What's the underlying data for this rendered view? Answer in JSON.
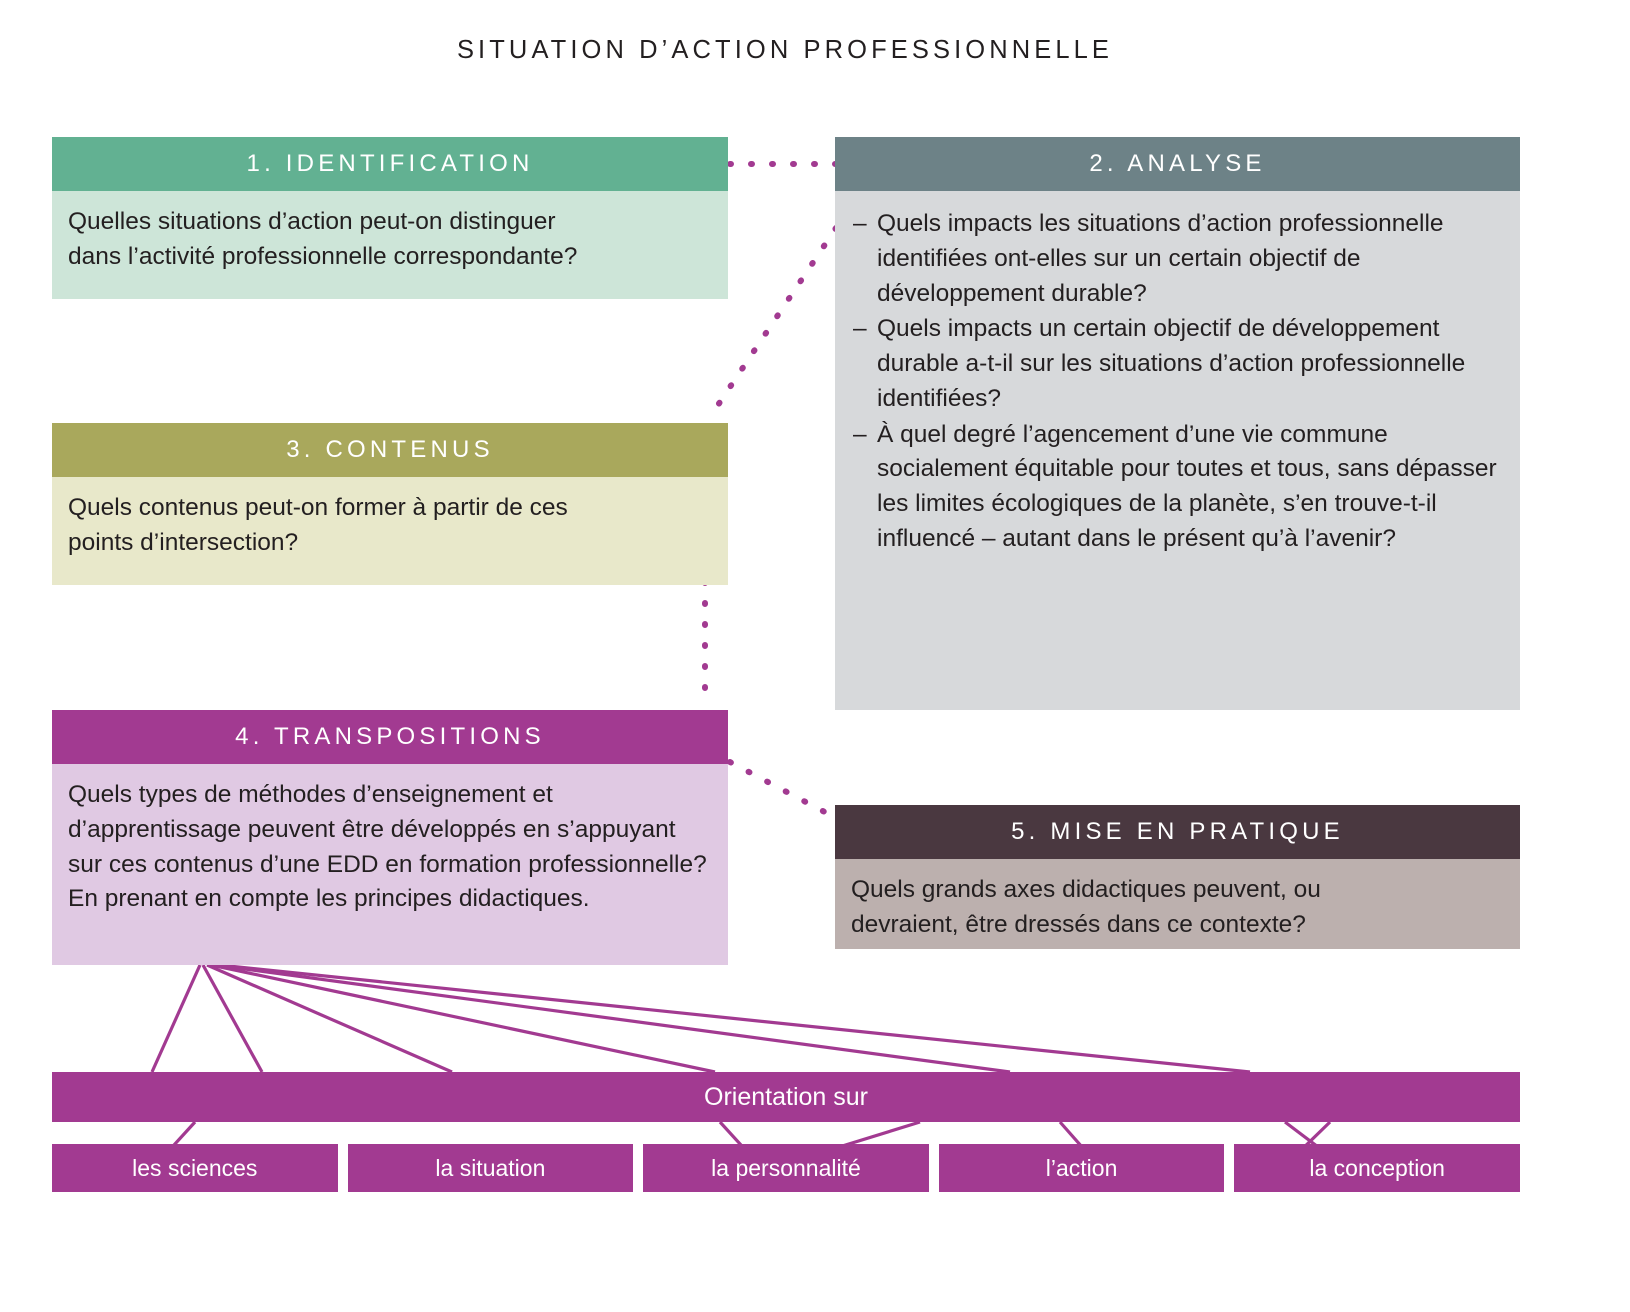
{
  "header": {
    "title": "SITUATION D’ACTION PROFESSIONNELLE"
  },
  "colors": {
    "identification_header": "#62b192",
    "identification_body": "#cde5d8",
    "analyse_header": "#6d8287",
    "analyse_body": "#d7d9db",
    "contenus_header": "#a9a85c",
    "contenus_body": "#e8e8ca",
    "transpositions_header": "#a23a91",
    "transpositions_body": "#e0c9e3",
    "pratique_header": "#4a3840",
    "pratique_body": "#bcb0ae",
    "accent_magenta": "#a23a91",
    "text": "#231f20"
  },
  "steps": {
    "identification": {
      "header": "1. IDENTIFICATION",
      "body_line_1": "Quelles situations d’action peut-on distinguer",
      "body_line_2": "dans l’activité professionnelle correspondante?"
    },
    "analyse": {
      "header": "2. ANALYSE",
      "dash": "–",
      "bullets": [
        "Quels impacts les situations d’action professionnelle identifiées ont-elles sur un certain objectif de développement durable?",
        "Quels impacts un certain objectif de développement durable a-t-il sur les situations d’action professionnelle identifiées?",
        "À quel degré l’agencement d’une vie commune socialement équitable pour toutes et tous, sans dépasser les limites écologiques de la planète, s’en trouve-t-il influencé – autant dans le présent qu’à l’avenir?"
      ]
    },
    "contenus": {
      "header": "3. CONTENUS",
      "body_line_1": "Quels contenus peut-on former à partir de ces",
      "body_line_2": "points d’intersection?"
    },
    "transpositions": {
      "header": "4. TRANSPOSITIONS",
      "body_paragraph_1": "Quels types de méthodes d’enseignement et d’apprentissage peuvent être développés en s’appuyant sur ces contenus d’une EDD en formation professionnelle?",
      "body_paragraph_2": "En prenant en compte les principes didactiques."
    },
    "pratique": {
      "header": "5. MISE EN PRATIQUE",
      "body_line_1": "Quels grands axes didactiques peuvent, ou",
      "body_line_2": "devraient, être dressés dans ce contexte?"
    }
  },
  "orientation": {
    "label": "Orientation sur",
    "leaves": [
      {
        "label": "les sciences"
      },
      {
        "label": "la situation"
      },
      {
        "label": "la personnalité"
      },
      {
        "label": "l’action"
      },
      {
        "label": "la conception"
      }
    ]
  }
}
